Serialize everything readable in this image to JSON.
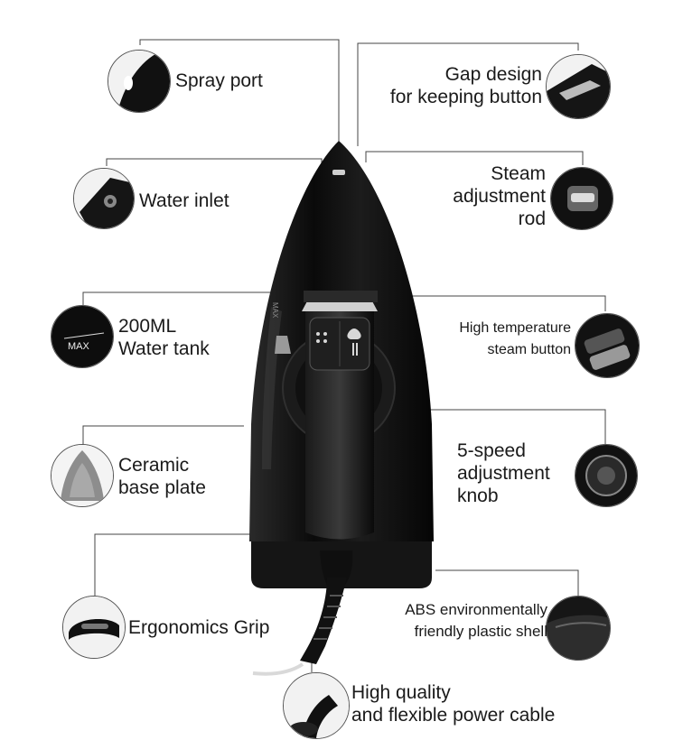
{
  "features": {
    "spray_port": {
      "lines": [
        "Spray port"
      ]
    },
    "gap_design": {
      "lines": [
        "Gap design",
        "for keeping button"
      ]
    },
    "water_inlet": {
      "lines": [
        "Water inlet"
      ]
    },
    "steam_rod": {
      "lines": [
        "Steam",
        "adjustment",
        "rod"
      ]
    },
    "water_tank": {
      "lines": [
        "200ML",
        "Water tank"
      ],
      "icon_text": "MAX"
    },
    "high_temp_button": {
      "lines": [
        "High temperature",
        "steam button"
      ]
    },
    "ceramic_plate": {
      "lines": [
        "Ceramic",
        "base plate"
      ]
    },
    "speed_knob": {
      "lines": [
        "5-speed",
        "adjustment",
        "knob"
      ]
    },
    "grip": {
      "lines": [
        "Ergonomics Grip"
      ]
    },
    "abs_shell": {
      "lines": [
        "ABS environmentally",
        "friendly plastic shell"
      ]
    },
    "power_cable": {
      "lines": [
        "High quality",
        "and flexible power cable"
      ]
    }
  },
  "iron": {
    "side_text": "MAX"
  },
  "colors": {
    "body": "#0d0d0d",
    "leader": "#444444",
    "accent": "#8a8a8a"
  }
}
